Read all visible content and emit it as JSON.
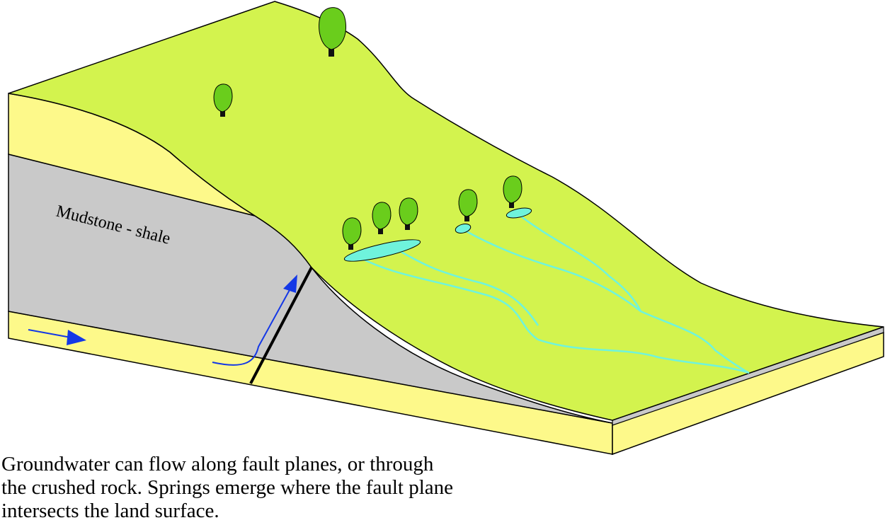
{
  "diagram": {
    "layer_label": "Mudstone - shale",
    "caption_lines": [
      "Groundwater can flow along fault planes, or through",
      "the crushed rock.  Springs emerge where the fault plane",
      "intersects the land surface."
    ]
  },
  "colors": {
    "land_surface": "#d3f34e",
    "sandstone": "#fdf98a",
    "mudstone": "#c9c9c9",
    "tree_canopy": "#6acd1c",
    "trunk": "#111111",
    "spring_water": "#6ff3dc",
    "flow_arrow": "#1438e6",
    "fault": "#000000"
  }
}
